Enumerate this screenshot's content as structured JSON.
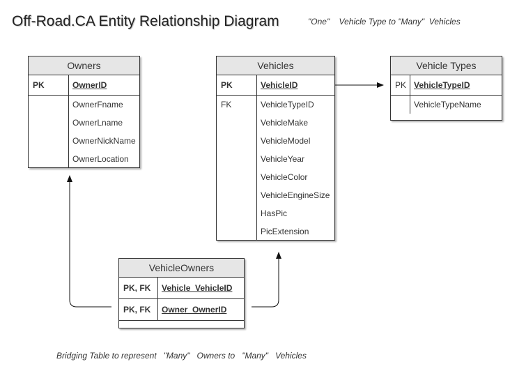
{
  "diagram": {
    "title": "Off-Road.CA Entity Relationship Diagram",
    "note_top": "\"One\"    Vehicle Type to \"Many\"  Vehicles",
    "note_bottom": "Bridging Table to represent   \"Many\"   Owners to   \"Many\"   Vehicles"
  },
  "entities": {
    "owners": {
      "name": "Owners",
      "pk_key": "PK",
      "pk_field": "OwnerID",
      "attr_keys": [
        "",
        "",
        "",
        ""
      ],
      "attributes": [
        "OwnerFname",
        "OwnerLname",
        "OwnerNickName",
        "OwnerLocation"
      ]
    },
    "vehicles": {
      "name": "Vehicles",
      "pk_key": "PK",
      "pk_field": "VehicleID",
      "attr_keys": [
        "FK",
        "",
        "",
        "",
        "",
        "",
        "",
        ""
      ],
      "attributes": [
        "VehicleTypeID",
        "VehicleMake",
        "VehicleModel",
        "VehicleYear",
        "VehicleColor",
        "VehicleEngineSize",
        "HasPic",
        "PicExtension"
      ]
    },
    "vehicle_types": {
      "name": "Vehicle Types",
      "pk_key": "PK",
      "pk_field": "VehicleTypeID",
      "attr_keys": [
        ""
      ],
      "attributes": [
        "VehicleTypeName"
      ]
    },
    "vehicle_owners": {
      "name": "VehicleOwners",
      "rows": [
        {
          "key": "PK, FK",
          "field": "Vehicle_VehicleID"
        },
        {
          "key": "PK, FK",
          "field": "Owner_OwnerID"
        }
      ]
    }
  }
}
